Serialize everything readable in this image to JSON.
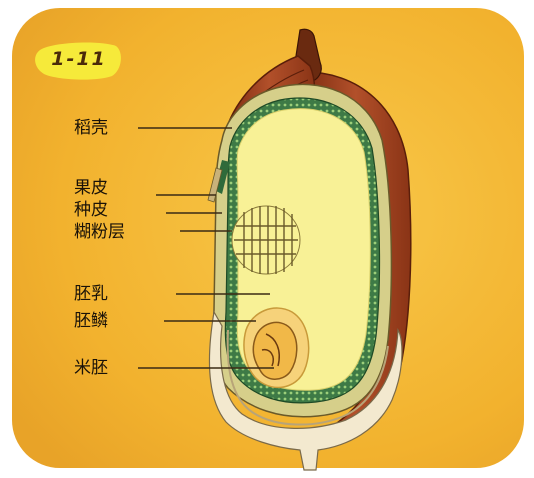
{
  "figure_number": "1-11",
  "labels": {
    "husk": "稻壳",
    "pericarp": "果皮",
    "seed_coat": "种皮",
    "aleurone": "糊粉层",
    "endosperm": "胚乳",
    "scutellum": "胚鳞",
    "embryo": "米胚"
  },
  "colors": {
    "background": "#f4b531",
    "badge": "#f6ea3a",
    "husk": "#a8401f",
    "endosperm": "#f8f196",
    "layer_green": "#2f6a3a",
    "leader_line": "#3a2a14"
  }
}
